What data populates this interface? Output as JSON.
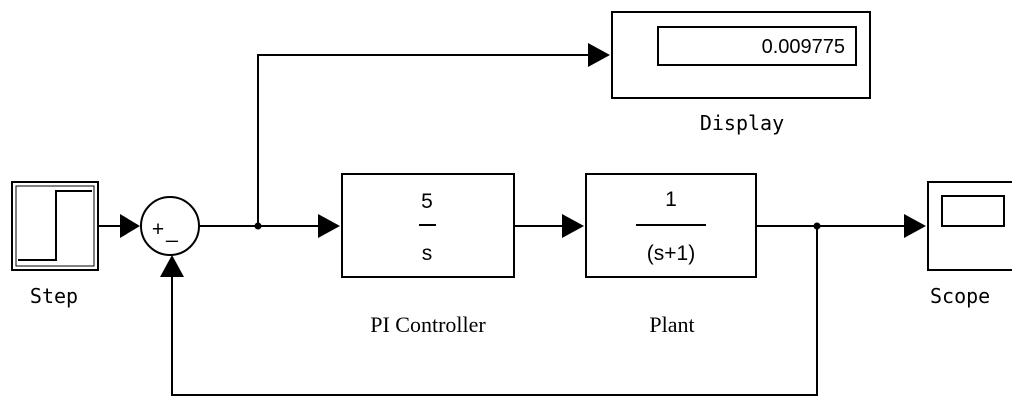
{
  "blocks": {
    "step": {
      "label": "Step"
    },
    "sum": {
      "plus_sign": "+",
      "minus_sign": "_"
    },
    "controller": {
      "numerator": "5",
      "denominator": "s",
      "label": "PI Controller"
    },
    "plant": {
      "numerator": "1",
      "denominator": "(s+1)",
      "label": "Plant"
    },
    "display": {
      "value": "0.009775",
      "label": "Display"
    },
    "scope": {
      "label": "Scope"
    }
  }
}
